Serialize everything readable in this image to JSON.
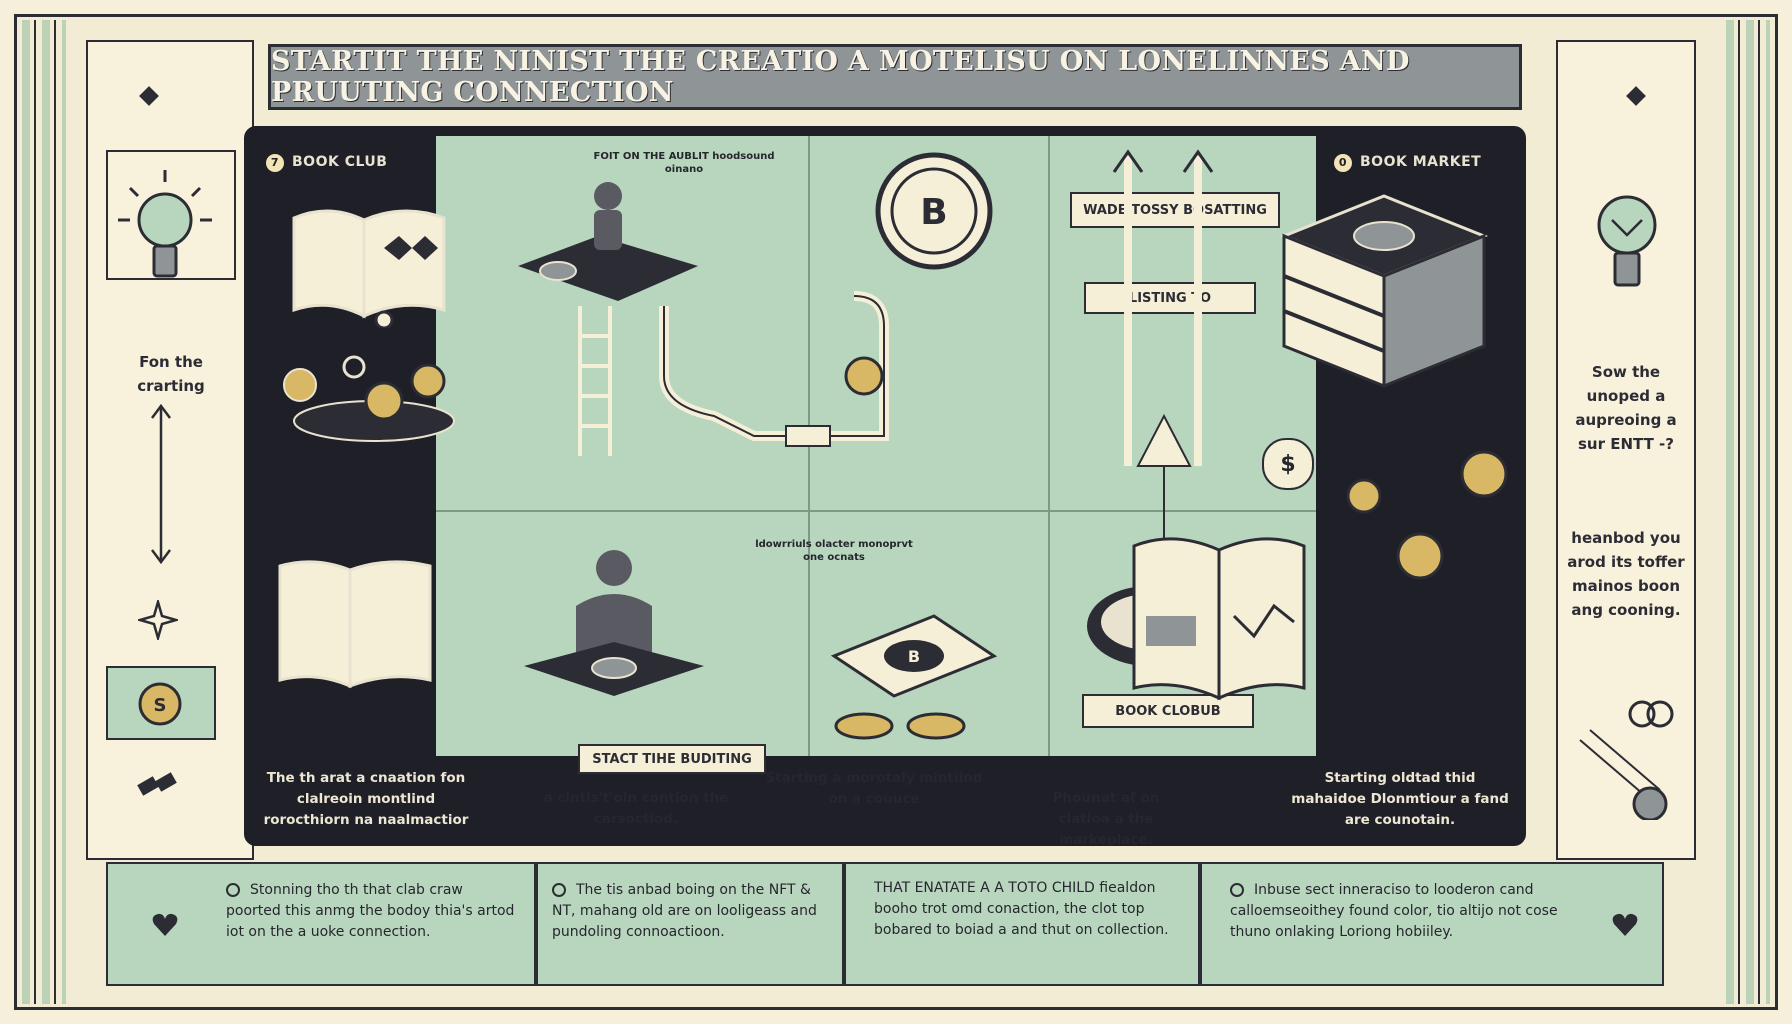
{
  "title": "STARTIT THE NINIST THE CREATIO A MOTELISU ON LONELINNES AND PRUUTING CONNECTION",
  "left_panel": {
    "top_text": "Fon the crarting"
  },
  "right_panel": {
    "top_text": "Sow the unoped a aupreoing a sur ENTT -?",
    "bottom_text": "heanbod you arod its toffer mainos boon ang cooning."
  },
  "main": {
    "left_header": {
      "num": "7",
      "label": "BOOK CLUB"
    },
    "right_header": {
      "num": "0",
      "label": "BOOK MARKET"
    },
    "small_text_top": "FOIT ON THE AUBLIT hoodsound oinano",
    "small_text_mid": "ldowrriuls olacter monoprvt one ocnats",
    "box_wade": "WADE TOSSY BOSATTING",
    "box_listing": "LISTING TO",
    "box_book_club": "BOOK CLOBUB",
    "box_start": "STACT TIHE BUDITING",
    "captions": {
      "c1": "The th arat a cnaation fon clalreoin montlind rorocthiorn na naalmactior",
      "c2": "a clntis't'oin contion the carsoctiod.",
      "c3": "Starting a morotaly mintiind on a couuce",
      "c4": "Phounat af on clatioa a the markeplace.",
      "c5": "Starting oldtad thid mahaidoe Dlonmtiour a fand are counotain."
    },
    "dollar": "$"
  },
  "bottom": {
    "b1": "Stonning tho th that clab craw poorted this anmg the bodoy thia's artod iot on  the a uoke connection.",
    "b2": "The tis anbad boing on the NFT & NT,  mahang old are on looligeass and pundoling connoactioon.",
    "b3": "THAT ENATATE A A TOTO CHILD fiealdon booho trot omd conaction, the clot top bobared to boiad a and thut on collection.",
    "b4": "Inbuse sect inneraciso to looderon cand calloemseoithey found color, tio altijo  not cose  thuno onlaking Loriong hobiiley."
  },
  "colors": {
    "accent_green": "#b8d6bd",
    "dark": "#1f1f28",
    "cream": "#f6efd8",
    "gold": "#d8b864",
    "title_gray": "#8f9597"
  }
}
